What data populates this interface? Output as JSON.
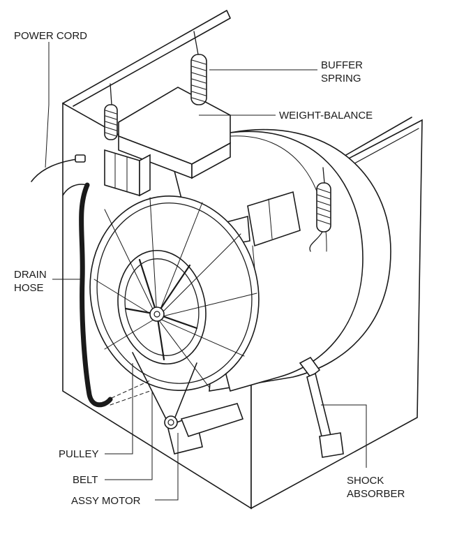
{
  "labels": {
    "power_cord": "POWER CORD",
    "buffer_spring_1": "BUFFER",
    "buffer_spring_2": "SPRING",
    "weight_balance": "WEIGHT-BALANCE",
    "drain_hose_1": "DRAIN",
    "drain_hose_2": "HOSE",
    "pulley": "PULLEY",
    "belt": "BELT",
    "assy_motor": "ASSY MOTOR",
    "shock_absorber_1": "SHOCK",
    "shock_absorber_2": "ABSORBER"
  },
  "colors": {
    "ink": "#1a1a1a",
    "paper": "#ffffff"
  }
}
